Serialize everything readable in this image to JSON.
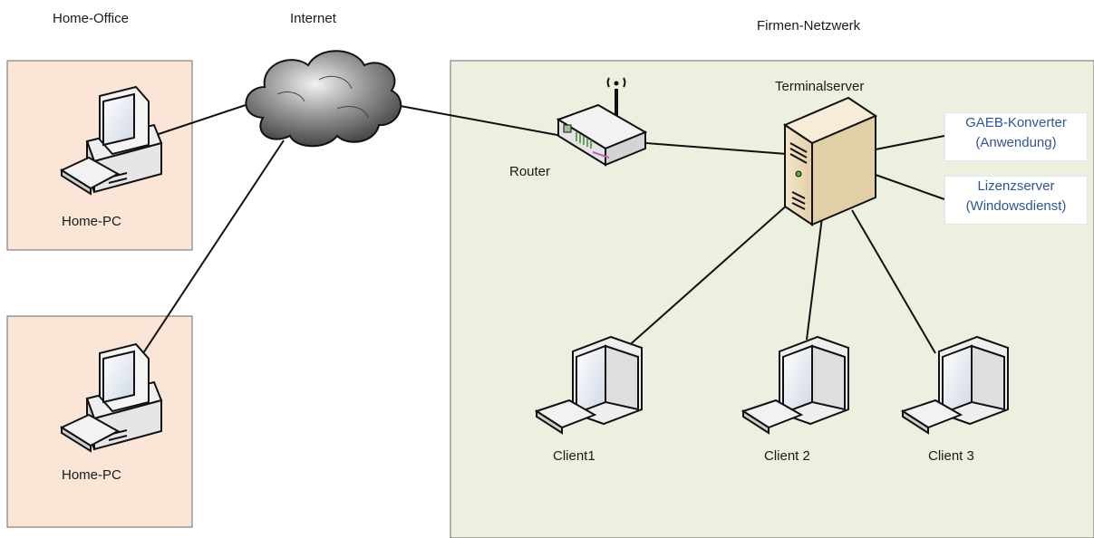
{
  "zones": {
    "home_office_title": "Home-Office",
    "internet_title": "Internet",
    "company_title": "Firmen-Netzwerk"
  },
  "nodes": {
    "home_pc_1": "Home-PC",
    "home_pc_2": "Home-PC",
    "router": "Router",
    "terminal_server": "Terminalserver",
    "client1": "Client1",
    "client2": "Client 2",
    "client3": "Client 3"
  },
  "services": {
    "gaeb_line1": "GAEB-Konverter",
    "gaeb_line2": "(Anwendung)",
    "license_line1": "Lizenzserver",
    "license_line2": "(Windowsdienst)"
  },
  "colors": {
    "home_zone_fill": "#fbe5d6",
    "company_zone_fill": "#ebf1de",
    "service_text": "#2f5597",
    "connector": "#111111"
  }
}
